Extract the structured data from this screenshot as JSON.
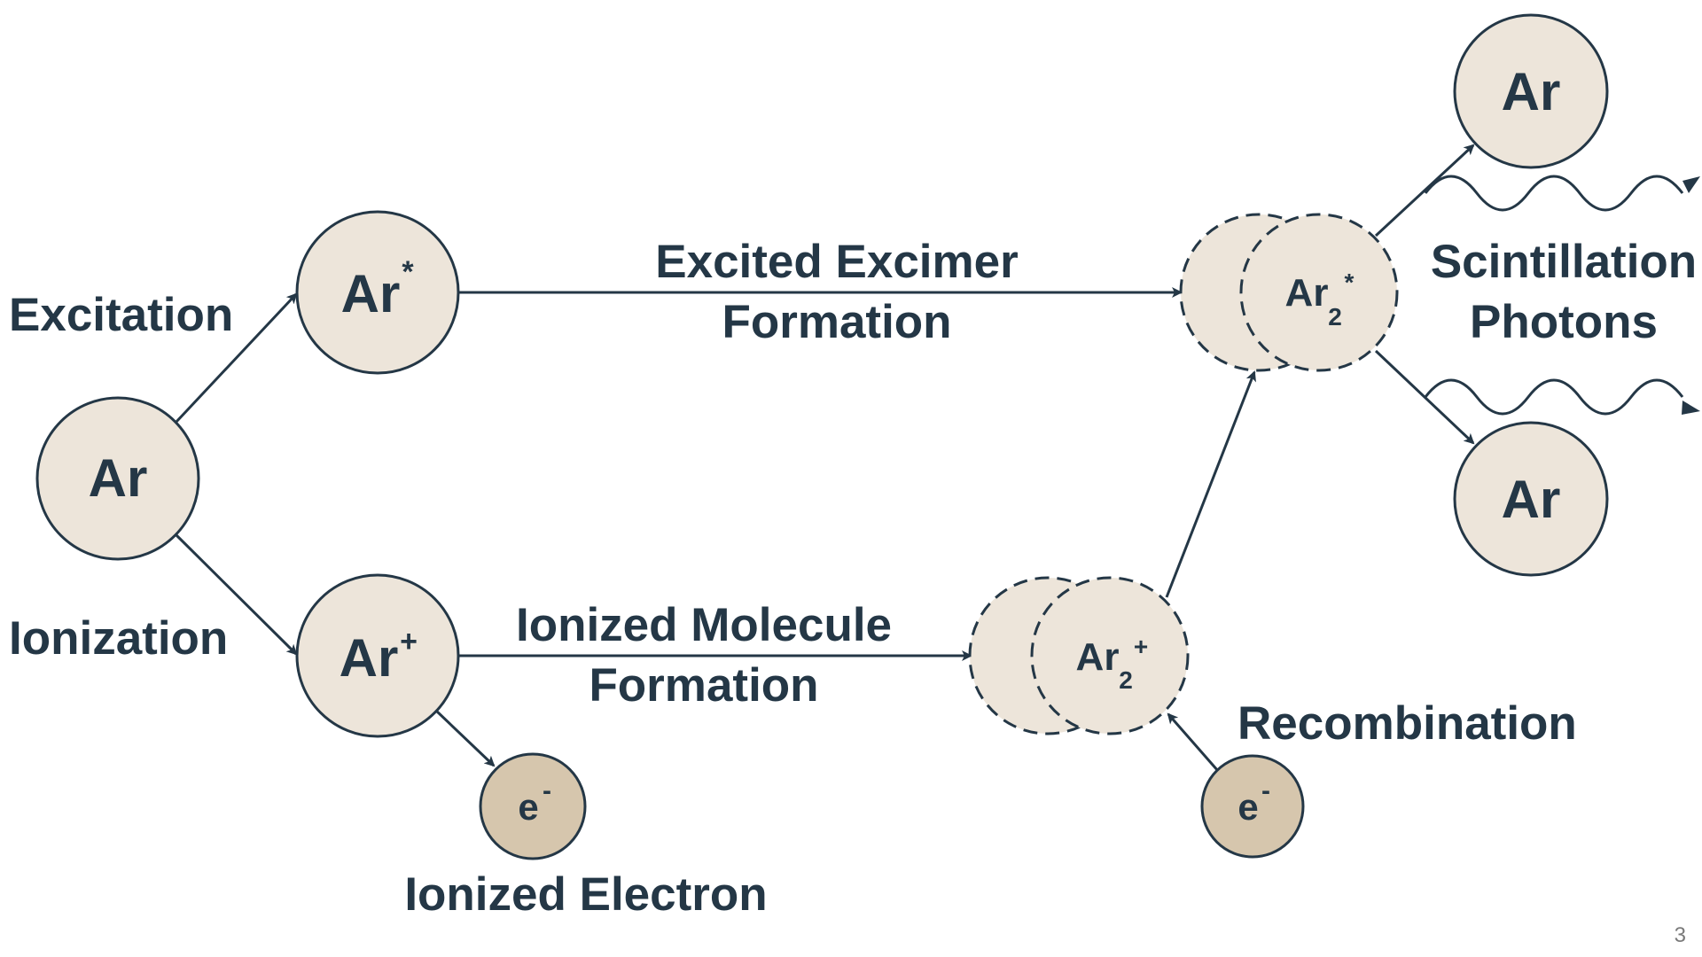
{
  "colors": {
    "ink": "#243746",
    "atom_fill": "#ede5da",
    "electron_fill": "#d6c6ad",
    "background": "#ffffff"
  },
  "nodes": {
    "ar_ground": {
      "base": "Ar"
    },
    "ar_excited": {
      "base": "Ar",
      "sup": "*"
    },
    "ar_ion": {
      "base": "Ar",
      "sup": "+"
    },
    "electron_ionized": {
      "base": "e",
      "sup": "-"
    },
    "excimer": {
      "base": "Ar",
      "sub": "2",
      "sup": "*"
    },
    "ion_molecule": {
      "base": "Ar",
      "sub": "2",
      "sup": "+"
    },
    "electron_recomb": {
      "base": "e",
      "sup": "-"
    },
    "ar_product_top": {
      "base": "Ar"
    },
    "ar_product_bottom": {
      "base": "Ar"
    }
  },
  "labels": {
    "excitation": "Excitation",
    "ionization": "Ionization",
    "excited_excimer_formation": [
      "Excited Excimer",
      "Formation"
    ],
    "ionized_molecule_formation": [
      "Ionized Molecule",
      "Formation"
    ],
    "ionized_electron": "Ionized Electron",
    "recombination": "Recombination",
    "scintillation_photons": [
      "Scintillation",
      "Photons"
    ]
  },
  "page_number": "3"
}
